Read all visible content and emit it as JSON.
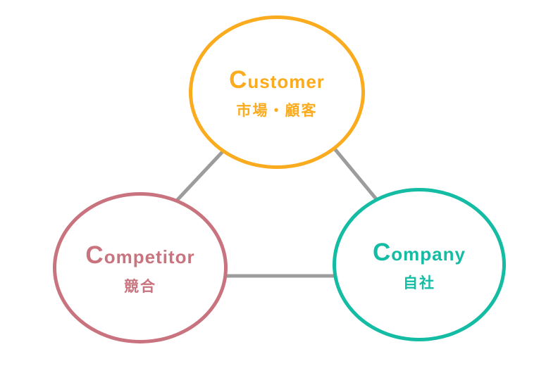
{
  "page": {
    "background": "#FFFFFF"
  },
  "diagram": {
    "connector_color": "#9C9C9C",
    "nodes": [
      {
        "id": "customer",
        "label_en": "Customer",
        "label_ja": "市場・顧客",
        "color": "#FAAB1E"
      },
      {
        "id": "competitor",
        "label_en": "Competitor",
        "label_ja": "競合",
        "color": "#C8737E"
      },
      {
        "id": "company",
        "label_en": "Company",
        "label_ja": "自社",
        "color": "#14BCA4"
      }
    ]
  }
}
